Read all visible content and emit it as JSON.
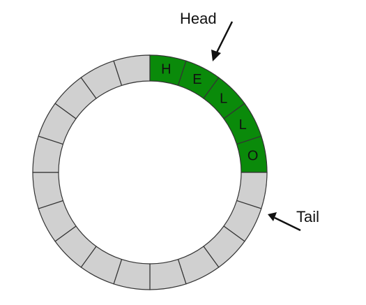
{
  "ring": {
    "slot_count": 20,
    "letters": [
      "H",
      "E",
      "L",
      "L",
      "O"
    ],
    "colors": {
      "empty_fill": "#d0d0d0",
      "filled_fill": "#0a8a0a",
      "stroke": "#333333",
      "arrow": "#111111"
    }
  },
  "labels": {
    "head": "Head",
    "tail": "Tail"
  }
}
